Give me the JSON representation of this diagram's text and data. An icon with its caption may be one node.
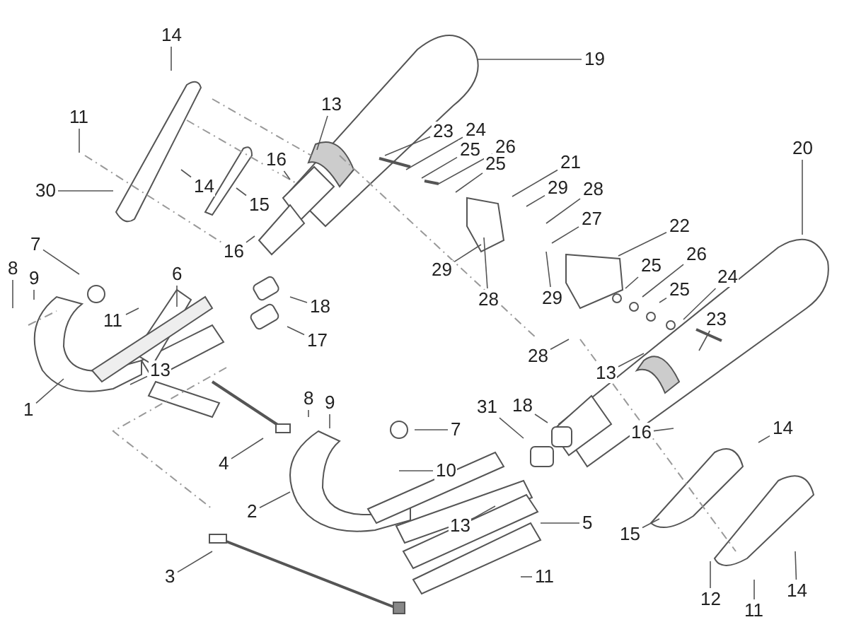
{
  "diagram": {
    "nodes": [
      {
        "text": [
          "14"
        ]
      },
      {
        "text": [
          "19"
        ]
      },
      {
        "text": [
          "13"
        ]
      },
      {
        "text": [
          "11"
        ]
      },
      {
        "text": [
          "23"
        ]
      },
      {
        "text": [
          "24"
        ]
      },
      {
        "text": [
          "20"
        ]
      },
      {
        "text": [
          "26"
        ]
      },
      {
        "text": [
          "25"
        ]
      },
      {
        "text": [
          "16"
        ]
      },
      {
        "text": [
          "21"
        ]
      },
      {
        "text": [
          "25"
        ]
      },
      {
        "text": [
          "14"
        ]
      },
      {
        "text": [
          "30"
        ]
      },
      {
        "text": [
          "29"
        ]
      },
      {
        "text": [
          "28"
        ]
      },
      {
        "text": [
          "15"
        ]
      },
      {
        "text": [
          "27"
        ]
      },
      {
        "text": [
          "22"
        ]
      },
      {
        "text": [
          "7"
        ]
      },
      {
        "text": [
          "16"
        ]
      },
      {
        "text": [
          "25"
        ]
      },
      {
        "text": [
          "26"
        ]
      },
      {
        "text": [
          "8"
        ]
      },
      {
        "text": [
          "9"
        ]
      },
      {
        "text": [
          "6"
        ]
      },
      {
        "text": [
          "24"
        ]
      },
      {
        "text": [
          "25"
        ]
      },
      {
        "text": [
          "29"
        ]
      },
      {
        "text": [
          "28"
        ]
      },
      {
        "text": [
          "29"
        ]
      },
      {
        "text": [
          "18"
        ]
      },
      {
        "text": [
          "23"
        ]
      },
      {
        "text": [
          "11"
        ]
      },
      {
        "text": [
          "17"
        ]
      },
      {
        "text": [
          "28"
        ]
      },
      {
        "text": [
          "13"
        ]
      },
      {
        "text": [
          "13"
        ]
      },
      {
        "text": [
          "8"
        ]
      },
      {
        "text": [
          "9"
        ]
      },
      {
        "text": [
          "31"
        ]
      },
      {
        "text": [
          "18"
        ]
      },
      {
        "text": [
          "1"
        ]
      },
      {
        "text": [
          "7"
        ]
      },
      {
        "text": [
          "14"
        ]
      },
      {
        "text": [
          "16"
        ]
      },
      {
        "text": [
          "4"
        ]
      },
      {
        "text": [
          "10"
        ]
      },
      {
        "text": [
          "2"
        ]
      },
      {
        "text": [
          "5"
        ]
      },
      {
        "text": [
          "13"
        ]
      },
      {
        "text": [
          "15"
        ]
      },
      {
        "text": [
          "3"
        ]
      },
      {
        "text": [
          "11"
        ]
      },
      {
        "text": [
          "14"
        ]
      },
      {
        "text": [
          "12"
        ]
      },
      {
        "text": [
          "11"
        ]
      }
    ],
    "edges": [
      {
        "from": 0,
        "to": null,
        "arrow": "none"
      },
      {
        "from": 1,
        "to": null,
        "arrow": "none"
      },
      {
        "from": 2,
        "to": null,
        "arrow": "none"
      },
      {
        "from": 3,
        "to": null,
        "arrow": "none"
      },
      {
        "from": 4,
        "to": null,
        "arrow": "none"
      },
      {
        "from": 5,
        "to": null,
        "arrow": "none"
      },
      {
        "from": 6,
        "to": null,
        "arrow": "none"
      },
      {
        "from": 7,
        "to": null,
        "arrow": "none"
      },
      {
        "from": 8,
        "to": null,
        "arrow": "none"
      },
      {
        "from": 9,
        "to": null,
        "arrow": "none"
      },
      {
        "from": 10,
        "to": null,
        "arrow": "none"
      },
      {
        "from": 11,
        "to": null,
        "arrow": "none"
      },
      {
        "from": 12,
        "to": null,
        "arrow": "none"
      },
      {
        "from": 13,
        "to": null,
        "arrow": "none"
      },
      {
        "from": 14,
        "to": null,
        "arrow": "none"
      },
      {
        "from": 15,
        "to": null,
        "arrow": "none"
      },
      {
        "from": 16,
        "to": null,
        "arrow": "none"
      },
      {
        "from": 17,
        "to": null,
        "arrow": "none"
      },
      {
        "from": 18,
        "to": null,
        "arrow": "none"
      },
      {
        "from": 19,
        "to": null,
        "arrow": "none"
      },
      {
        "from": 20,
        "to": null,
        "arrow": "none"
      },
      {
        "from": 21,
        "to": null,
        "arrow": "none"
      },
      {
        "from": 22,
        "to": null,
        "arrow": "none"
      },
      {
        "from": 23,
        "to": null,
        "arrow": "none"
      },
      {
        "from": 24,
        "to": null,
        "arrow": "none"
      },
      {
        "from": 25,
        "to": null,
        "arrow": "none"
      },
      {
        "from": 26,
        "to": null,
        "arrow": "none"
      },
      {
        "from": 27,
        "to": null,
        "arrow": "none"
      },
      {
        "from": 28,
        "to": null,
        "arrow": "none"
      },
      {
        "from": 29,
        "to": null,
        "arrow": "none"
      },
      {
        "from": 30,
        "to": null,
        "arrow": "none"
      },
      {
        "from": 31,
        "to": null,
        "arrow": "none"
      },
      {
        "from": 32,
        "to": null,
        "arrow": "none"
      },
      {
        "from": 33,
        "to": null,
        "arrow": "none"
      },
      {
        "from": 34,
        "to": null,
        "arrow": "none"
      },
      {
        "from": 35,
        "to": null,
        "arrow": "none"
      },
      {
        "from": 36,
        "to": null,
        "arrow": "none"
      },
      {
        "from": 37,
        "to": null,
        "arrow": "none"
      },
      {
        "from": 38,
        "to": null,
        "arrow": "none"
      },
      {
        "from": 39,
        "to": null,
        "arrow": "none"
      },
      {
        "from": 40,
        "to": null,
        "arrow": "none"
      },
      {
        "from": 41,
        "to": null,
        "arrow": "none"
      },
      {
        "from": 42,
        "to": null,
        "arrow": "none"
      },
      {
        "from": 43,
        "to": null,
        "arrow": "none"
      },
      {
        "from": 44,
        "to": null,
        "arrow": "none"
      },
      {
        "from": 45,
        "to": null,
        "arrow": "none"
      },
      {
        "from": 46,
        "to": null,
        "arrow": "none"
      },
      {
        "from": 47,
        "to": null,
        "arrow": "none"
      },
      {
        "from": 48,
        "to": null,
        "arrow": "none"
      },
      {
        "from": 49,
        "to": null,
        "arrow": "none"
      },
      {
        "from": 50,
        "to": null,
        "arrow": "none"
      },
      {
        "from": 51,
        "to": null,
        "arrow": "none"
      },
      {
        "from": 52,
        "to": null,
        "arrow": "none"
      },
      {
        "from": 53,
        "to": null,
        "arrow": "none"
      },
      {
        "from": 54,
        "to": null,
        "arrow": "none"
      },
      {
        "from": 55,
        "to": null,
        "arrow": "none"
      },
      {
        "from": 56,
        "to": null,
        "arrow": "none"
      }
    ]
  }
}
